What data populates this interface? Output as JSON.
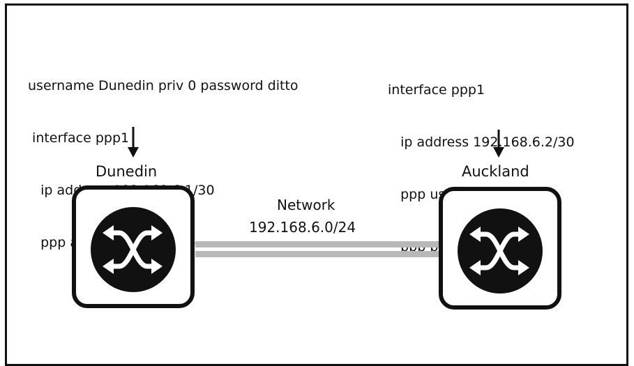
{
  "routers": {
    "left": {
      "name": "Dunedin",
      "config": [
        "username Dunedin priv 0 password ditto",
        " interface ppp1",
        "   ip address 192.168.6.1/30",
        "   ppp authentication pap"
      ],
      "icon": "router-icon"
    },
    "right": {
      "name": "Auckland",
      "config": [
        "interface ppp1",
        "   ip address 192.168.6.2/30",
        "   ppp username Dunedin",
        "   ppp password ditto"
      ],
      "icon": "router-icon"
    }
  },
  "network": {
    "title": "Network",
    "subnet": "192.168.6.0/24"
  },
  "colors": {
    "stroke": "#111111",
    "link": "#b8b8b8",
    "router_fill": "#111111"
  }
}
